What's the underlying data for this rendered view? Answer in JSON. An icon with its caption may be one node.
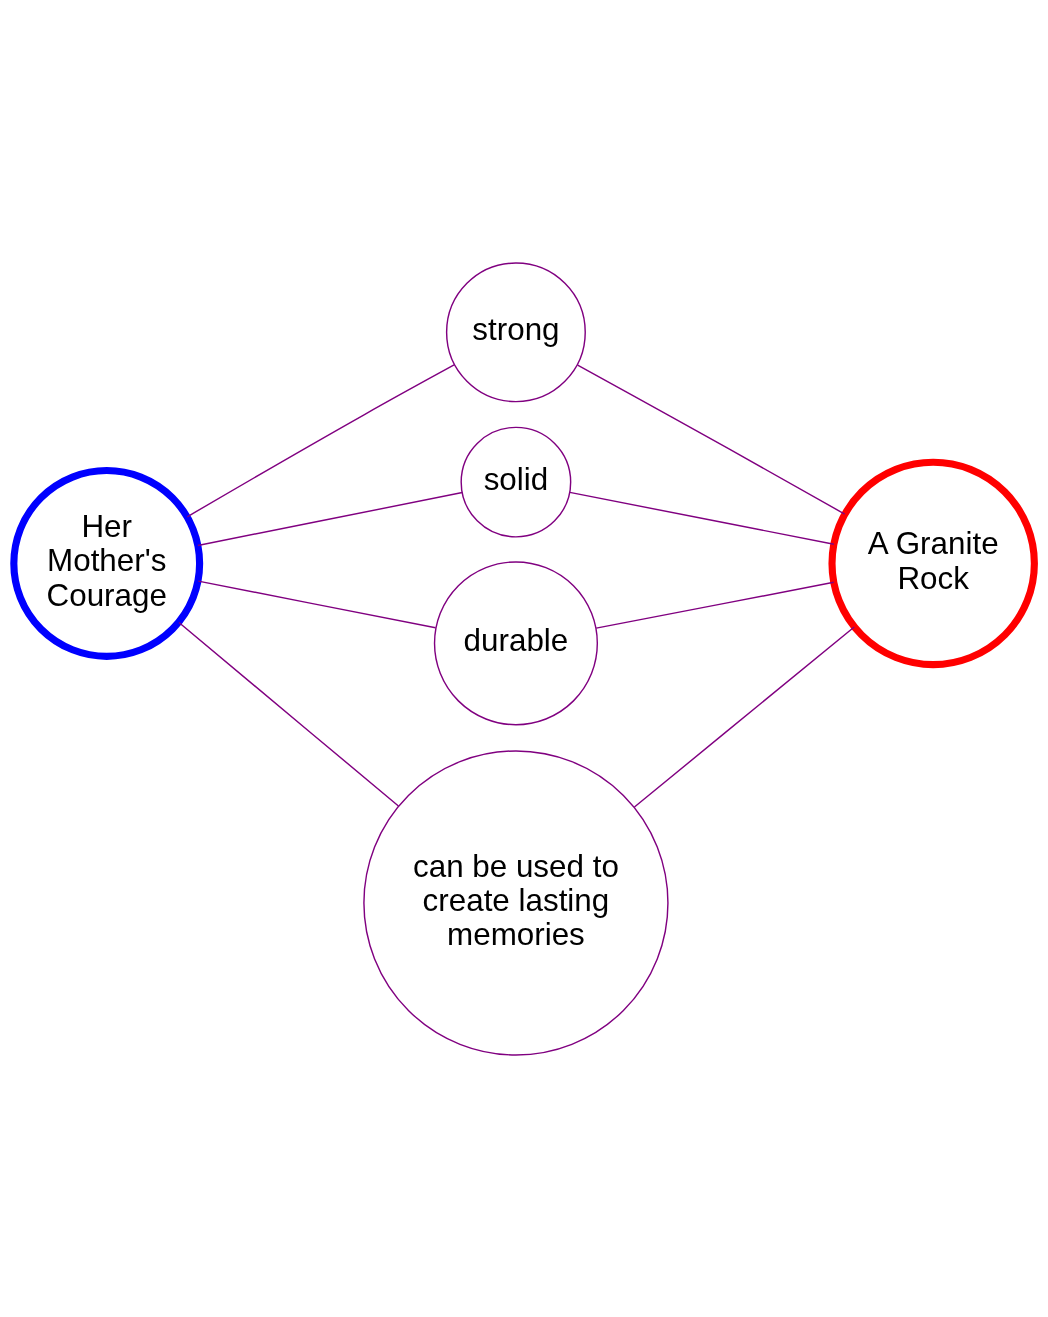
{
  "diagram": {
    "nodes": [
      {
        "text": [
          "strong"
        ]
      },
      {
        "text": [
          "solid"
        ]
      },
      {
        "text": [
          "Her Mother's Courage"
        ]
      },
      {
        "text": [
          "A Granite Rock"
        ]
      },
      {
        "text": [
          "durable"
        ]
      },
      {
        "text": [
          "can be used to create lasting memories"
        ]
      }
    ],
    "edges": [
      {
        "from": 2,
        "to": 0,
        "arrow": "none"
      },
      {
        "from": 2,
        "to": 1,
        "arrow": "none"
      },
      {
        "from": 2,
        "to": 4,
        "arrow": "none"
      },
      {
        "from": 2,
        "to": 5,
        "arrow": "none"
      },
      {
        "from": 0,
        "to": 3,
        "arrow": "none"
      },
      {
        "from": 1,
        "to": 3,
        "arrow": "none"
      },
      {
        "from": 4,
        "to": 3,
        "arrow": "none"
      },
      {
        "from": 5,
        "to": 3,
        "arrow": "none"
      }
    ]
  }
}
